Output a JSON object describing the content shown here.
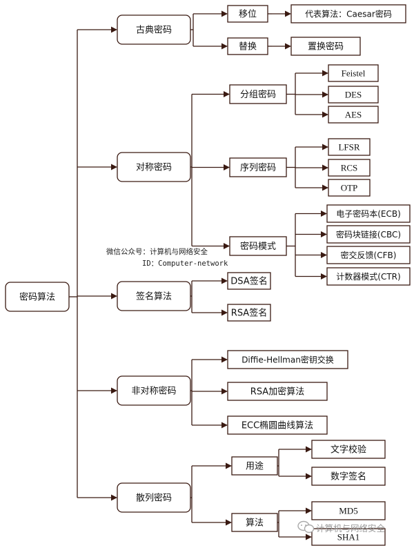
{
  "nodes": [
    {
      "id": "root",
      "label": "密码算法",
      "parent": null
    },
    {
      "id": "classical",
      "label": "古典密码",
      "parent": "root"
    },
    {
      "id": "shift",
      "label": "移位",
      "parent": "classical"
    },
    {
      "id": "caesar",
      "label": "代表算法：Caesar密码",
      "parent": "shift"
    },
    {
      "id": "substitution",
      "label": "替换",
      "parent": "classical"
    },
    {
      "id": "perm",
      "label": "置换密码",
      "parent": "substitution"
    },
    {
      "id": "symmetric",
      "label": "对称密码",
      "parent": "root"
    },
    {
      "id": "block",
      "label": "分组密码",
      "parent": "symmetric"
    },
    {
      "id": "feistel",
      "label": "Feistel",
      "parent": "block"
    },
    {
      "id": "des",
      "label": "DES",
      "parent": "block"
    },
    {
      "id": "aes",
      "label": "AES",
      "parent": "block"
    },
    {
      "id": "stream",
      "label": "序列密码",
      "parent": "symmetric"
    },
    {
      "id": "lfsr",
      "label": "LFSR",
      "parent": "stream"
    },
    {
      "id": "rcs",
      "label": "RCS",
      "parent": "stream"
    },
    {
      "id": "otp",
      "label": "OTP",
      "parent": "stream"
    },
    {
      "id": "modes",
      "label": "密码模式",
      "parent": "symmetric"
    },
    {
      "id": "ecb",
      "label": "电子密码本(ECB)",
      "parent": "modes"
    },
    {
      "id": "cbc",
      "label": "密码块链接(CBC)",
      "parent": "modes"
    },
    {
      "id": "cfb",
      "label": "密交反馈(CFB)",
      "parent": "modes"
    },
    {
      "id": "ctr",
      "label": "计数器模式(CTR)",
      "parent": "modes"
    },
    {
      "id": "signature",
      "label": "签名算法",
      "parent": "root"
    },
    {
      "id": "dsa",
      "label": "DSA签名",
      "parent": "signature"
    },
    {
      "id": "rsasig",
      "label": "RSA签名",
      "parent": "signature"
    },
    {
      "id": "asymmetric",
      "label": "非对称密码",
      "parent": "root"
    },
    {
      "id": "dh",
      "label": "Diffie-Hellman密钥交换",
      "parent": "asymmetric"
    },
    {
      "id": "rsaenc",
      "label": "RSA加密算法",
      "parent": "asymmetric"
    },
    {
      "id": "ecc",
      "label": "ECC椭圆曲线算法",
      "parent": "asymmetric"
    },
    {
      "id": "hash",
      "label": "散列密码",
      "parent": "root"
    },
    {
      "id": "usage",
      "label": "用途",
      "parent": "hash"
    },
    {
      "id": "textcheck",
      "label": "文字校验",
      "parent": "usage"
    },
    {
      "id": "digsig",
      "label": "数字签名",
      "parent": "usage"
    },
    {
      "id": "algos",
      "label": "算法",
      "parent": "hash"
    },
    {
      "id": "md5",
      "label": "MD5",
      "parent": "algos"
    },
    {
      "id": "sha1",
      "label": "SHA1",
      "parent": "algos"
    }
  ],
  "watermark": {
    "line1": "微信公众号：计算机与网络安全",
    "line2": "ID：Computer-network",
    "corner": "计算机与网络安全"
  },
  "colors": {
    "line": "#3a1a12",
    "box_fill": "#ffffff"
  }
}
